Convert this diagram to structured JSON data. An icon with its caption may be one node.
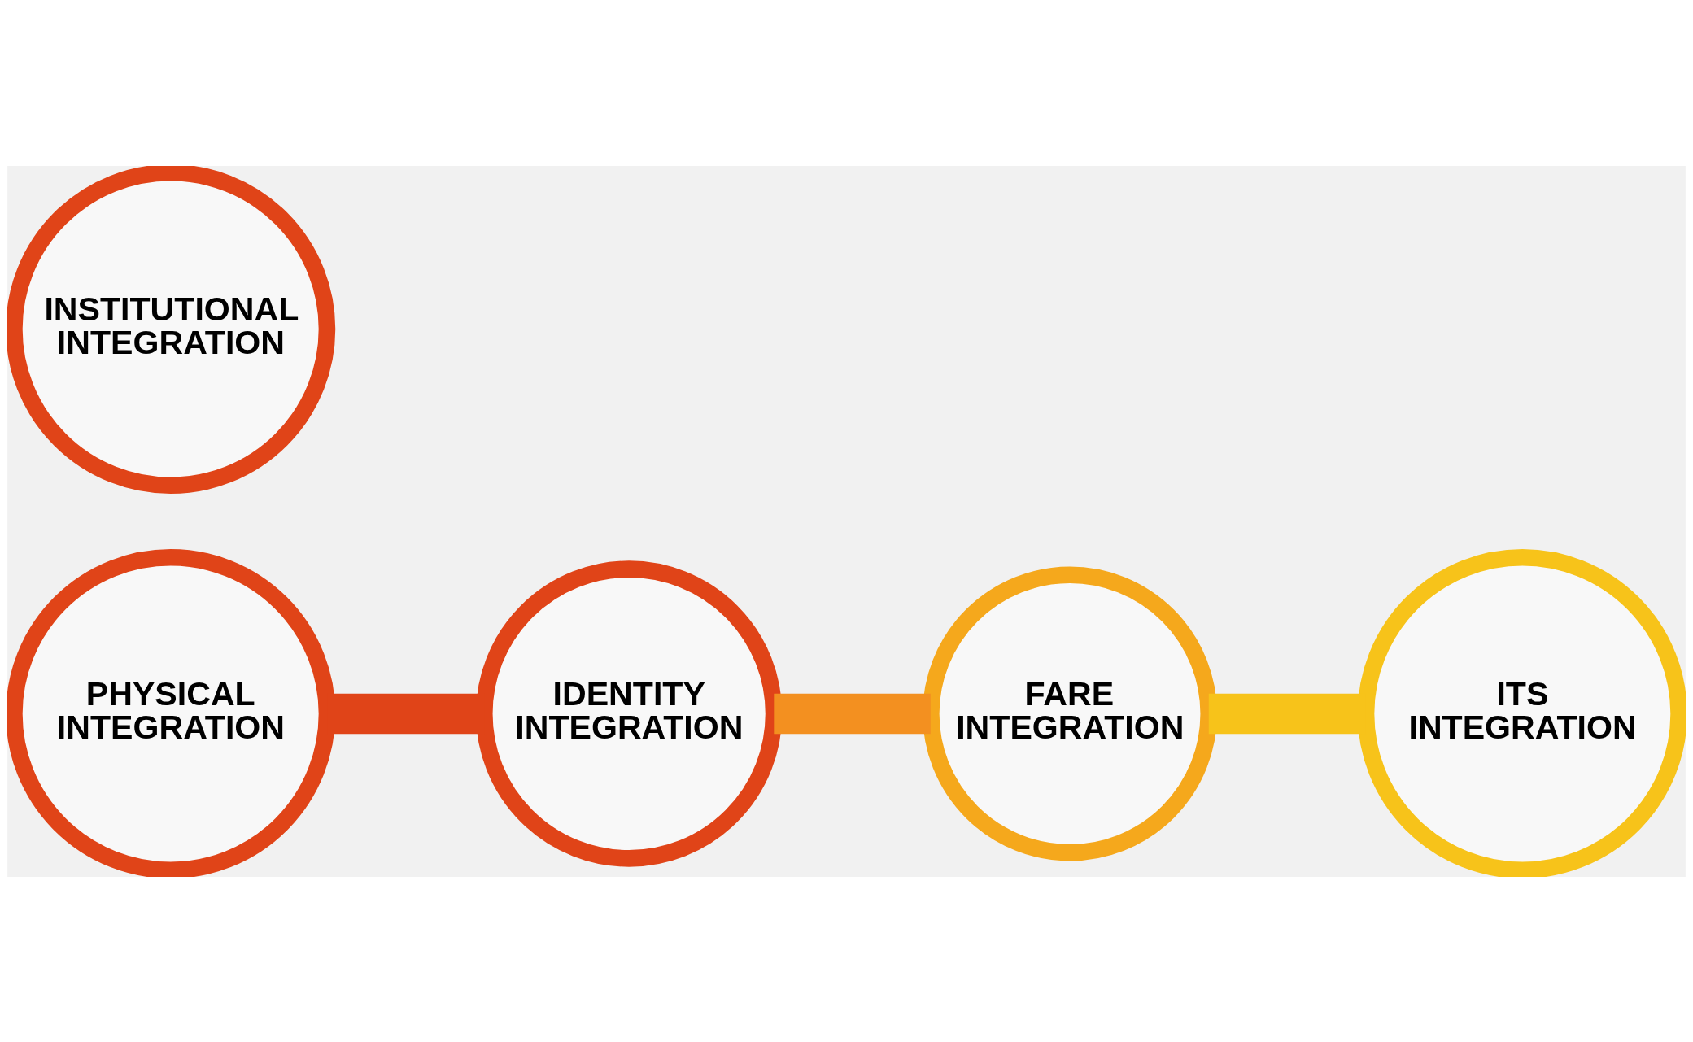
{
  "diagram": {
    "nodes": [
      {
        "text": [
          "PHYSICAL INTEGRATION"
        ]
      },
      {
        "text": [
          "IDENTITY INTEGRATION"
        ]
      },
      {
        "text": [
          "FARE INTEGRATION"
        ]
      },
      {
        "text": [
          "ITS INTEGRATION"
        ]
      },
      {
        "text": [
          "INSTITUTIONAL INTEGRATION"
        ]
      }
    ],
    "edges": [
      {
        "from": 0,
        "to": 1,
        "arrow": "none",
        "color": "#e04418"
      },
      {
        "from": 1,
        "to": 2,
        "arrow": "none",
        "color": "#f39020"
      },
      {
        "from": 2,
        "to": 3,
        "arrow": "none",
        "color": "#f7c31a"
      }
    ]
  }
}
